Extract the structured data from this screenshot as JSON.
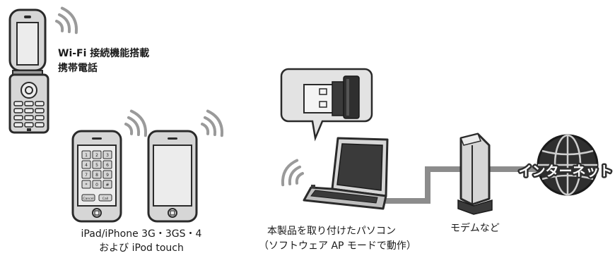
{
  "labels": {
    "phone_line1": "Wi-Fi 接続機能搭載",
    "phone_line2": "携帯電話",
    "ipad_line1": "iPad/iPhone 3G・3GS・4",
    "ipad_line2": "および iPod touch",
    "pc_line1": "本製品を取り付けたパソコン",
    "pc_line2": "（ソフトウェア AP モードで動作）",
    "modem": "モデムなど",
    "internet": "インターネット"
  },
  "iphone_keypad": [
    "1",
    "2",
    "3",
    "4",
    "5",
    "6",
    "7",
    "8",
    "9",
    "*",
    "0",
    "#"
  ],
  "iphone_buttons": {
    "cancel": "Cancel",
    "call": "Call"
  },
  "colors": {
    "device_fill": "#d6d6d6",
    "device_stroke": "#2a2a2a",
    "screen_fill": "#ececec",
    "cable": "#8c8c8c",
    "globe": "#2f2f2f",
    "wave": "#9a9a9a"
  }
}
